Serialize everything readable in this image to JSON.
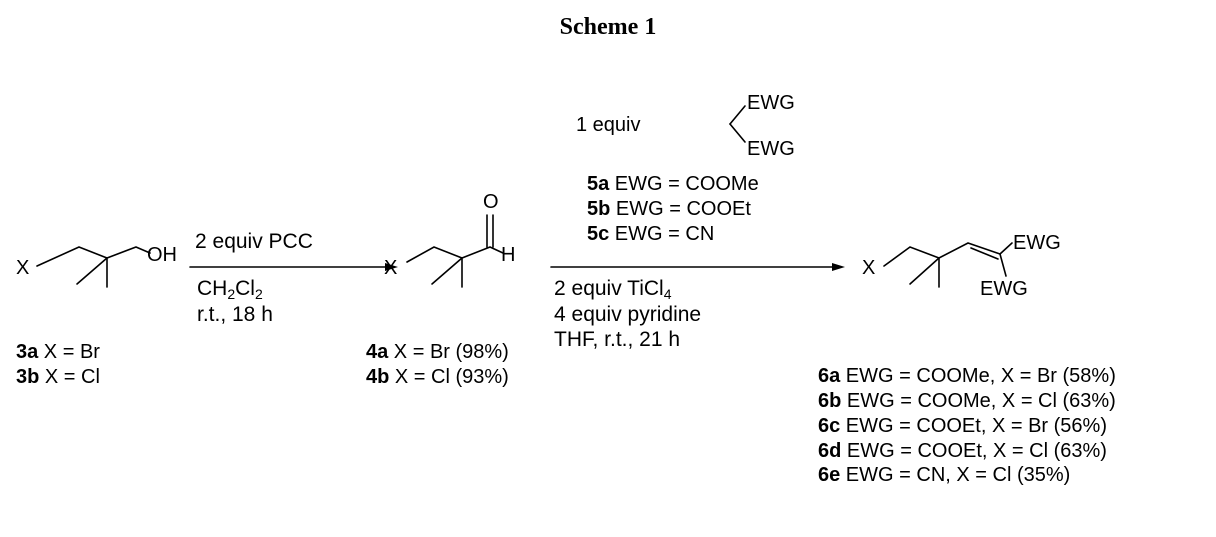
{
  "title": "Scheme 1",
  "atoms": {
    "x": "X",
    "oh": "OH",
    "o": "O",
    "h": "H",
    "ewg": "EWG"
  },
  "reagent_top": {
    "equiv": "1 equiv"
  },
  "step1": {
    "above": "2 equiv PCC",
    "solvent_main": "CH",
    "solvent_sub1": "2",
    "solvent_mid": "Cl",
    "solvent_sub2": "2",
    "conditions": "r.t., 18 h"
  },
  "step2": {
    "above": [
      {
        "id": "5a",
        "text": " EWG = COOMe"
      },
      {
        "id": "5b",
        "text": " EWG = COOEt"
      },
      {
        "id": "5c",
        "text": " EWG = CN"
      }
    ],
    "ticl_main": "2 equiv TiCl",
    "ticl_sub": "4",
    "base": "4 equiv pyridine",
    "conditions": "THF, r.t., 21 h"
  },
  "compounds3": [
    {
      "id": "3a",
      "text": " X = Br"
    },
    {
      "id": "3b",
      "text": " X = Cl"
    }
  ],
  "compounds4": [
    {
      "id": "4a",
      "text": " X = Br (98%)"
    },
    {
      "id": "4b",
      "text": " X = Cl (93%)"
    }
  ],
  "compounds6": [
    {
      "id": "6a",
      "text": " EWG = COOMe, X = Br (58%)"
    },
    {
      "id": "6b",
      "text": " EWG = COOMe, X = Cl (63%)"
    },
    {
      "id": "6c",
      "text": " EWG = COOEt, X = Br (56%)"
    },
    {
      "id": "6d",
      "text": " EWG = COOEt, X = Cl (63%)"
    },
    {
      "id": "6e",
      "text": " EWG = CN, X = Cl (35%)"
    }
  ]
}
